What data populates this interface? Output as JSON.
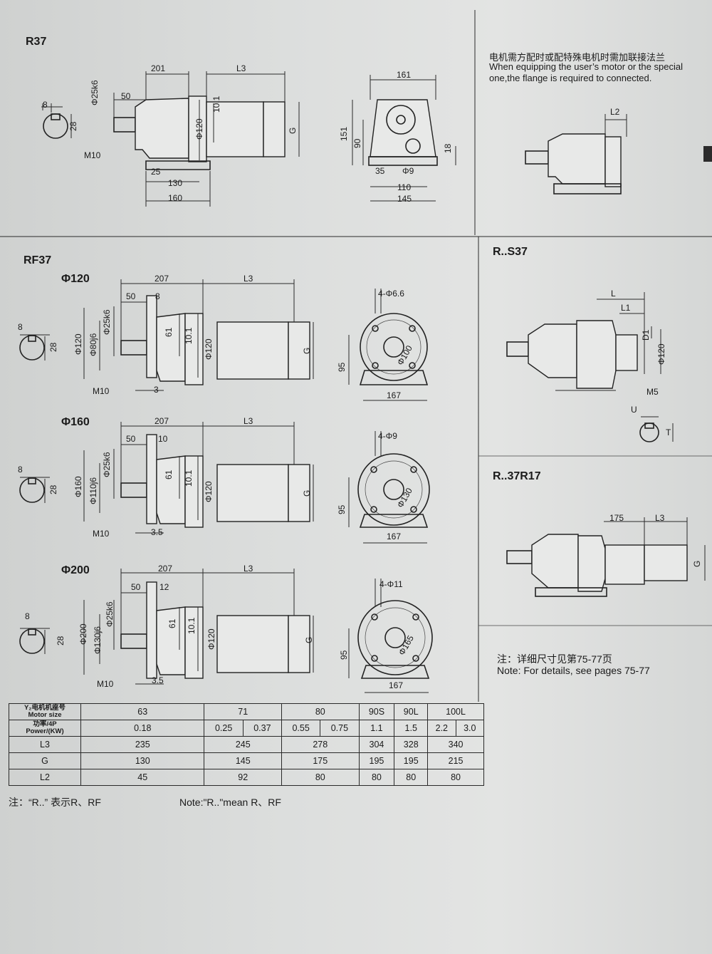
{
  "sections": {
    "r37": "R37",
    "rf37": "RF37",
    "rs37": "R..S37",
    "r37r17": "R..37R17"
  },
  "flange_labels": {
    "f120": "Φ120",
    "f160": "Φ160",
    "f200": "Φ200"
  },
  "flange_note": {
    "cn": "电机需方配时或配特殊电机时需加联接法兰",
    "en1": "When equipping the user’s motor or the special",
    "en2": "one,the flange is required to connected."
  },
  "details_note": {
    "cn": "注：详细尺寸见第75-77页",
    "en": "Note: For details, see pages 75-77"
  },
  "r37_dims": {
    "d201": "201",
    "l3": "L3",
    "d50": "50",
    "d25k6": "Φ25k6",
    "d8": "8",
    "d28": "28",
    "m10": "M10",
    "d25": "25",
    "d130": "130",
    "d160": "160",
    "d101": "10.1",
    "d120": "Φ120",
    "g": "G",
    "d161": "161",
    "d151": "151",
    "d90": "90",
    "d18": "18",
    "d35": "35",
    "d9": "Φ9",
    "d110": "110",
    "d145": "145",
    "l2": "L2"
  },
  "rf37_common": {
    "d207": "207",
    "l3": "L3",
    "d50": "50",
    "d25k6": "Φ25k6",
    "d8": "8",
    "d28": "28",
    "m10": "M10",
    "d61": "61",
    "d101": "10.1",
    "d120": "Φ120",
    "g": "G",
    "d95": "95",
    "d167": "167"
  },
  "rf120": {
    "d8b": "8",
    "dflange": "Φ120",
    "dspig": "Φ80j6",
    "d3": "3",
    "holes": "4-Φ6.6",
    "pcd": "Φ100"
  },
  "rf160": {
    "d10": "10",
    "dflange": "Φ160",
    "dspig": "Φ110j6",
    "d3": "3.5",
    "holes": "4-Φ9",
    "pcd": "Φ130"
  },
  "rf200": {
    "d12": "12",
    "dflange": "Φ200",
    "dspig": "Φ130j6",
    "d3": "3.5",
    "holes": "4-Φ11",
    "pcd": "Φ165"
  },
  "rs37_dims": {
    "l": "L",
    "l1": "L1",
    "d1": "D1",
    "d120": "Φ120",
    "m5": "M5",
    "u": "U",
    "t": "T"
  },
  "r37r17_dims": {
    "d175": "175",
    "l3": "L3",
    "g": "G"
  },
  "table": {
    "h_motor_cn": "Y₂电机机座号",
    "h_motor_en": "Motor size",
    "h_power_cn": "功率/4P",
    "h_power_en": "Power/(KW)",
    "h_l3": "L3",
    "h_g": "G",
    "h_l2": "L2",
    "motor_sizes": [
      "63",
      "71",
      "80",
      "90S",
      "90L",
      "100L"
    ],
    "power": [
      "0.18",
      "0.25",
      "0.37",
      "0.55",
      "0.75",
      "1.1",
      "1.5",
      "2.2",
      "3.0"
    ],
    "l3": [
      "235",
      "245",
      "278",
      "304",
      "328",
      "340"
    ],
    "g": [
      "130",
      "145",
      "175",
      "195",
      "195",
      "215"
    ],
    "l2": [
      "45",
      "92",
      "80",
      "80",
      "80",
      "80"
    ]
  },
  "footer": {
    "cn": "注：“R..” 表示R、RF",
    "en": "Note:\"R..\"mean R、RF"
  }
}
